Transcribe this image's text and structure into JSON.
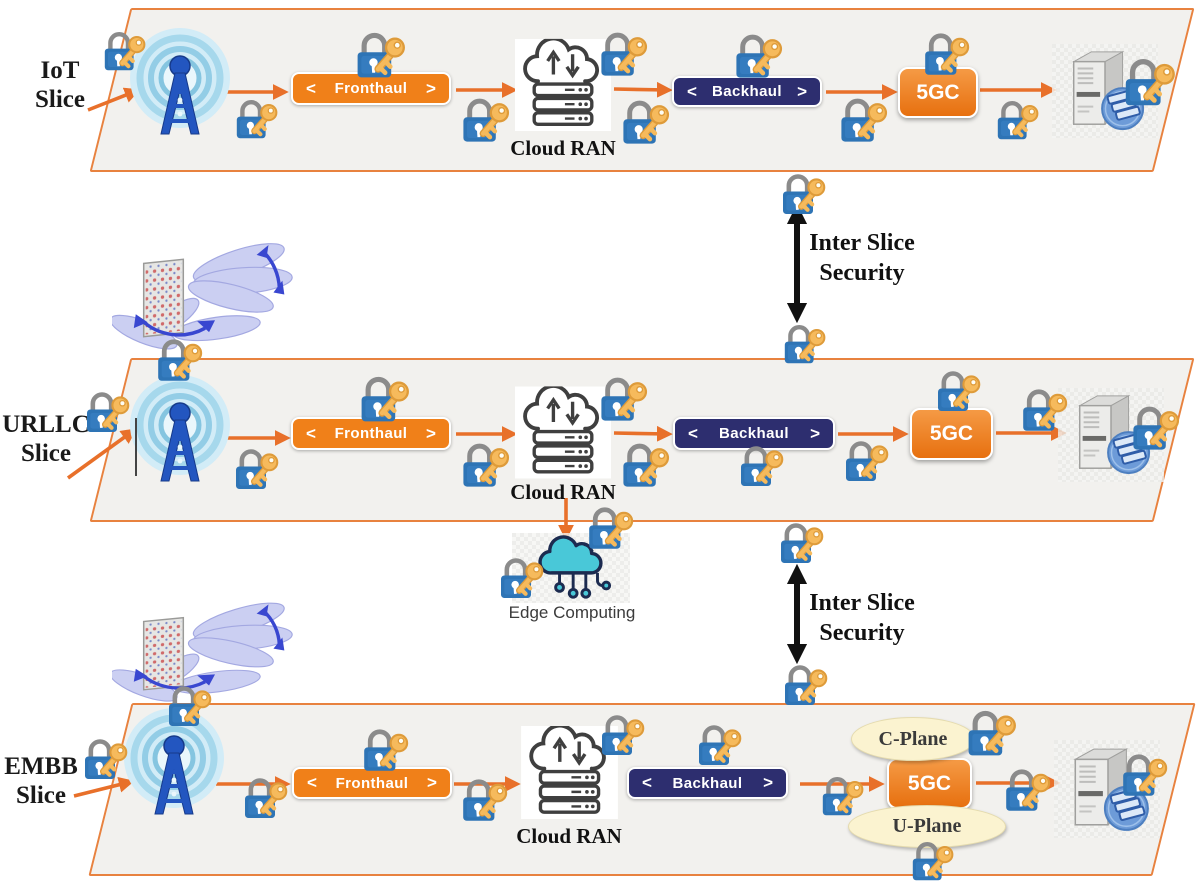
{
  "slices": [
    {
      "name_line1": "IoT",
      "name_line2": "Slice"
    },
    {
      "name_line1": "URLLC",
      "name_line2": "Slice"
    },
    {
      "name_line1": "EMBB",
      "name_line2": "Slice"
    }
  ],
  "components": {
    "fronthaul": "Fronthaul",
    "backhaul": "Backhaul",
    "core": "5GC",
    "cloud_ran": "Cloud RAN",
    "edge_computing": "Edge Computing",
    "c_plane": "C-Plane",
    "u_plane": "U-Plane"
  },
  "inter_slice_security": {
    "line1": "Inter Slice",
    "line2": "Security"
  },
  "labels": {
    "chevron_left": "<",
    "chevron_right": ">"
  },
  "icons": {
    "lock_key": "lock-and-key security icon",
    "antenna": "radio-tower antenna icon",
    "massive_mimo": "massive-MIMO beamforming antenna icon",
    "cloud_ran": "cloud with server stack icon",
    "edge_cloud": "edge-computing cloud icon",
    "server": "server tower with files badge icon"
  },
  "colors": {
    "accent_orange": "#E8702A",
    "button_orange": "#F08019",
    "backhaul_navy": "#2D2E6F",
    "slice_fill": "#F2F1EE",
    "slice_border": "#E8823F",
    "lock_blue": "#2E74B5",
    "key_gold": "#F6BA5C",
    "edge_teal": "#49C8D8",
    "plane_cream": "#FBF3D0",
    "inter_arrow_black": "#111111"
  }
}
